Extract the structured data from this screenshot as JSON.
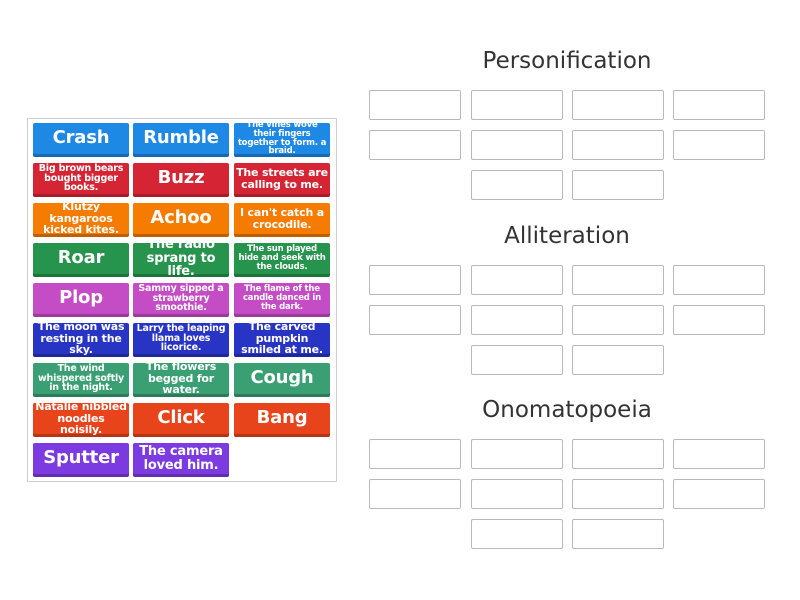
{
  "colors": {
    "blue": "#1e88e5",
    "red": "#d52535",
    "orange": "#f57c00",
    "green": "#26944d",
    "purple": "#c44cc4",
    "navy": "#2834c4",
    "seafoam": "#3a9f72",
    "redorange": "#e8441c",
    "violet": "#7b3be0"
  },
  "tiles": [
    {
      "text": "Crash",
      "color": "blue"
    },
    {
      "text": "Rumble",
      "color": "blue"
    },
    {
      "text": "The vines wove their fingers together to form. a braid.",
      "color": "blue"
    },
    {
      "text": "Big brown bears bought bigger books.",
      "color": "red"
    },
    {
      "text": "Buzz",
      "color": "red"
    },
    {
      "text": "The streets are calling to me.",
      "color": "red"
    },
    {
      "text": "Klutzy kangaroos kicked kites.",
      "color": "orange"
    },
    {
      "text": "Achoo",
      "color": "orange"
    },
    {
      "text": "I can't catch a crocodile.",
      "color": "orange"
    },
    {
      "text": "Roar",
      "color": "green"
    },
    {
      "text": "The radio sprang to life.",
      "color": "green"
    },
    {
      "text": "The sun played hide and seek with the clouds.",
      "color": "green"
    },
    {
      "text": "Plop",
      "color": "purple"
    },
    {
      "text": "Sammy sipped a strawberry smoothie.",
      "color": "purple"
    },
    {
      "text": "The flame of the candle danced in the dark.",
      "color": "purple"
    },
    {
      "text": "The moon was resting in the sky.",
      "color": "navy"
    },
    {
      "text": "Larry the leaping llama loves licorice.",
      "color": "navy"
    },
    {
      "text": "The carved pumpkin smiled at me.",
      "color": "navy"
    },
    {
      "text": "The wind whispered softly in the night.",
      "color": "seafoam"
    },
    {
      "text": "The flowers begged for water.",
      "color": "seafoam"
    },
    {
      "text": "Cough",
      "color": "seafoam"
    },
    {
      "text": "Natalie nibbled noodles noisily.",
      "color": "redorange"
    },
    {
      "text": "Click",
      "color": "redorange"
    },
    {
      "text": "Bang",
      "color": "redorange"
    },
    {
      "text": "Sputter",
      "color": "violet"
    },
    {
      "text": "The camera loved him.",
      "color": "violet"
    }
  ],
  "groups": [
    {
      "title": "Personification",
      "slots": 10
    },
    {
      "title": "Alliteration",
      "slots": 10
    },
    {
      "title": "Onomatopoeia",
      "slots": 10
    }
  ]
}
